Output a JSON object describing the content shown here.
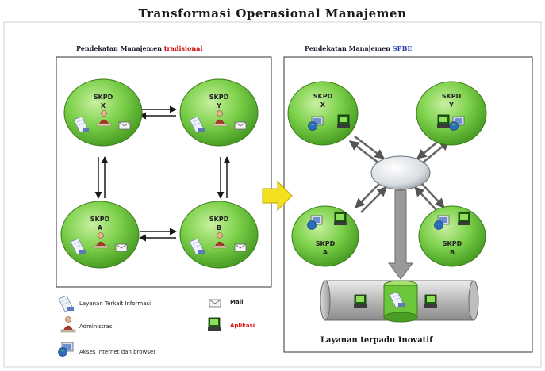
{
  "title": "Transformasi Operasional Manajemen",
  "left_panel": {
    "title_prefix": "Pendekatan Manajemen ",
    "title_highlight": "tradisional",
    "nodes": [
      {
        "label": "SKPD\nX"
      },
      {
        "label": "SKPD\nY"
      },
      {
        "label": "SKPD\nA"
      },
      {
        "label": "SKPD\nB"
      }
    ]
  },
  "right_panel": {
    "title_prefix": "Pendekatan Manajemen ",
    "title_highlight": "SPBE",
    "nodes": [
      {
        "label": "SKPD\nX"
      },
      {
        "label": "SKPD\nY"
      },
      {
        "label": "SKPD\nA"
      },
      {
        "label": "SKPD\nB"
      }
    ],
    "bottom_label": "Layanan terpadu Inovatif"
  },
  "legend": {
    "items": [
      {
        "text": "Layanan Terkait Informasi",
        "icon": "document-icon"
      },
      {
        "text": "Mail",
        "icon": "mail-icon"
      },
      {
        "text": "Administrasi",
        "icon": "person-icon"
      },
      {
        "text": "Aplikasi",
        "icon": "application-icon"
      },
      {
        "text": "Akses Internet dan browser",
        "icon": "globe-computer-icon"
      }
    ]
  },
  "colors": {
    "node_fill": "#6cc63a",
    "node_highlight": "#c8f0a0",
    "arrow": "#1a1a1a",
    "transition_arrow": "#f5e020",
    "bar": "#a8a8a8",
    "title_highlight_left": "#cc1111",
    "title_highlight_right": "#2a3fb0"
  }
}
